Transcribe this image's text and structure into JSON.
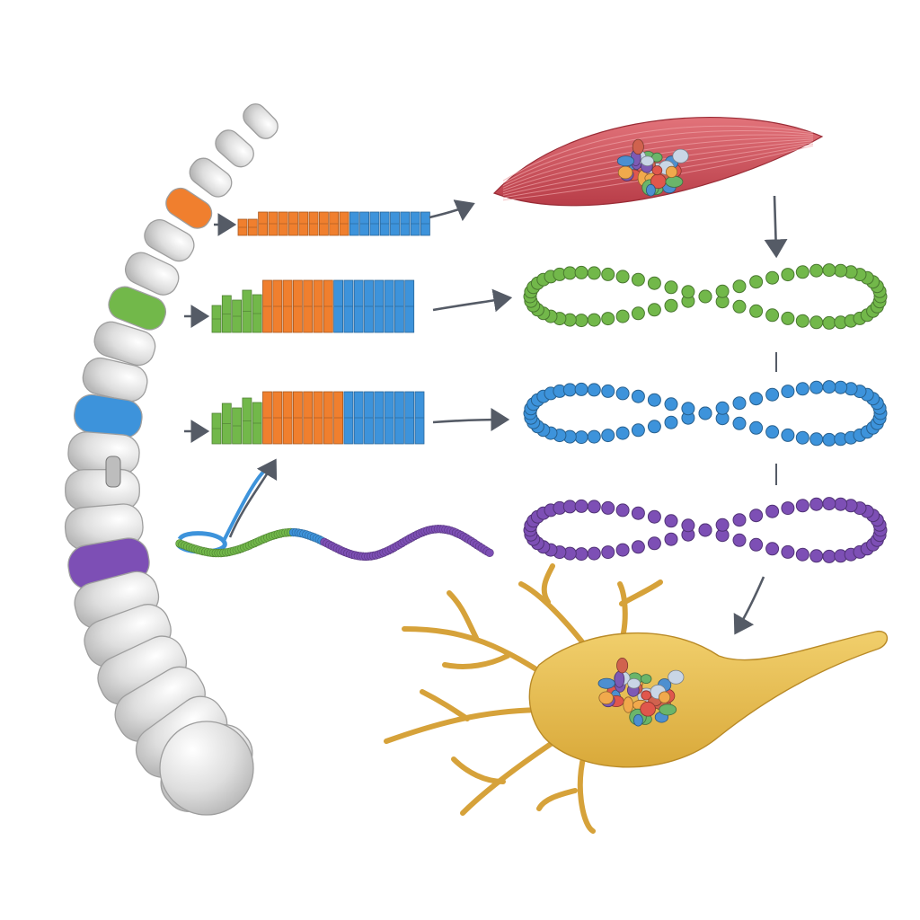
{
  "diagram": {
    "colors": {
      "orange": "#f07f2e",
      "green": "#72b84a",
      "blue": "#3d93db",
      "purple": "#7d4fb5",
      "gray": "#dcdcdc",
      "muscle": "#c94a52",
      "neuron": "#e3b446",
      "arrow": "#555b66"
    },
    "chromosome": {
      "bands": [
        "orange",
        "green",
        "blue",
        "purple"
      ]
    },
    "gene_blocks": [
      {
        "row": 1,
        "segments": [
          "orange",
          "blue"
        ]
      },
      {
        "row": 2,
        "segments": [
          "green",
          "orange",
          "blue"
        ]
      },
      {
        "row": 3,
        "segments": [
          "green",
          "orange",
          "blue"
        ]
      }
    ],
    "chains": {
      "strand": [
        "green",
        "blue",
        "purple"
      ],
      "loops": [
        "green",
        "blue",
        "purple"
      ]
    },
    "cells": [
      "muscle-cell",
      "neuron-cell"
    ],
    "icons": [
      "arrow-icon"
    ]
  }
}
